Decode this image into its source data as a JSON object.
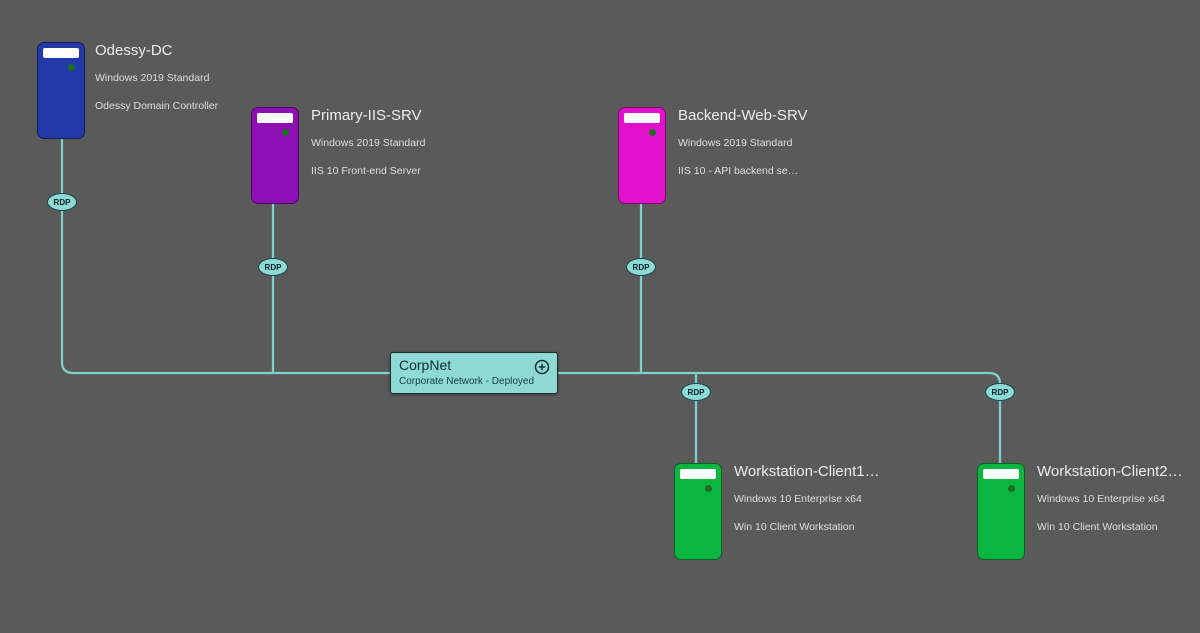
{
  "canvas": {
    "background": "#5a5a5a",
    "line_color": "#7fd2cc"
  },
  "nodes": [
    {
      "id": "odessy-dc",
      "title": "Odessy-DC",
      "os": "Windows 2019 Standard",
      "description": "Odessy Domain Controller",
      "color": "#2239a7",
      "status_color": "#1d6e23"
    },
    {
      "id": "primary-iis-srv",
      "title": "Primary-IIS-SRV",
      "os": "Windows 2019 Standard",
      "description": "IIS 10 Front-end Server",
      "color": "#8e10b4",
      "status_color": "#1d6e23"
    },
    {
      "id": "backend-web-srv",
      "title": "Backend-Web-SRV",
      "os": "Windows 2019 Standard",
      "description": "IIS 10 - API backend se…",
      "color": "#e211cd",
      "status_color": "#1d6e23"
    },
    {
      "id": "workstation-client1",
      "title": "Workstation-Client1…",
      "os": "Windows 10 Enterprise x64",
      "description": "Win 10 Client Workstation",
      "color": "#0bb640",
      "status_color": "#1d6e23"
    },
    {
      "id": "workstation-client2",
      "title": "Workstation-Client2…",
      "os": "Windows 10 Enterprise x64",
      "description": "Win 10 Client Workstation",
      "color": "#0bb640",
      "status_color": "#1d6e23"
    }
  ],
  "network": {
    "title": "CorpNet",
    "subtitle": "Corporate Network - Deployed",
    "color": "#8ed9d4"
  },
  "connections": [
    {
      "label": "RDP"
    },
    {
      "label": "RDP"
    },
    {
      "label": "RDP"
    },
    {
      "label": "RDP"
    },
    {
      "label": "RDP"
    }
  ]
}
